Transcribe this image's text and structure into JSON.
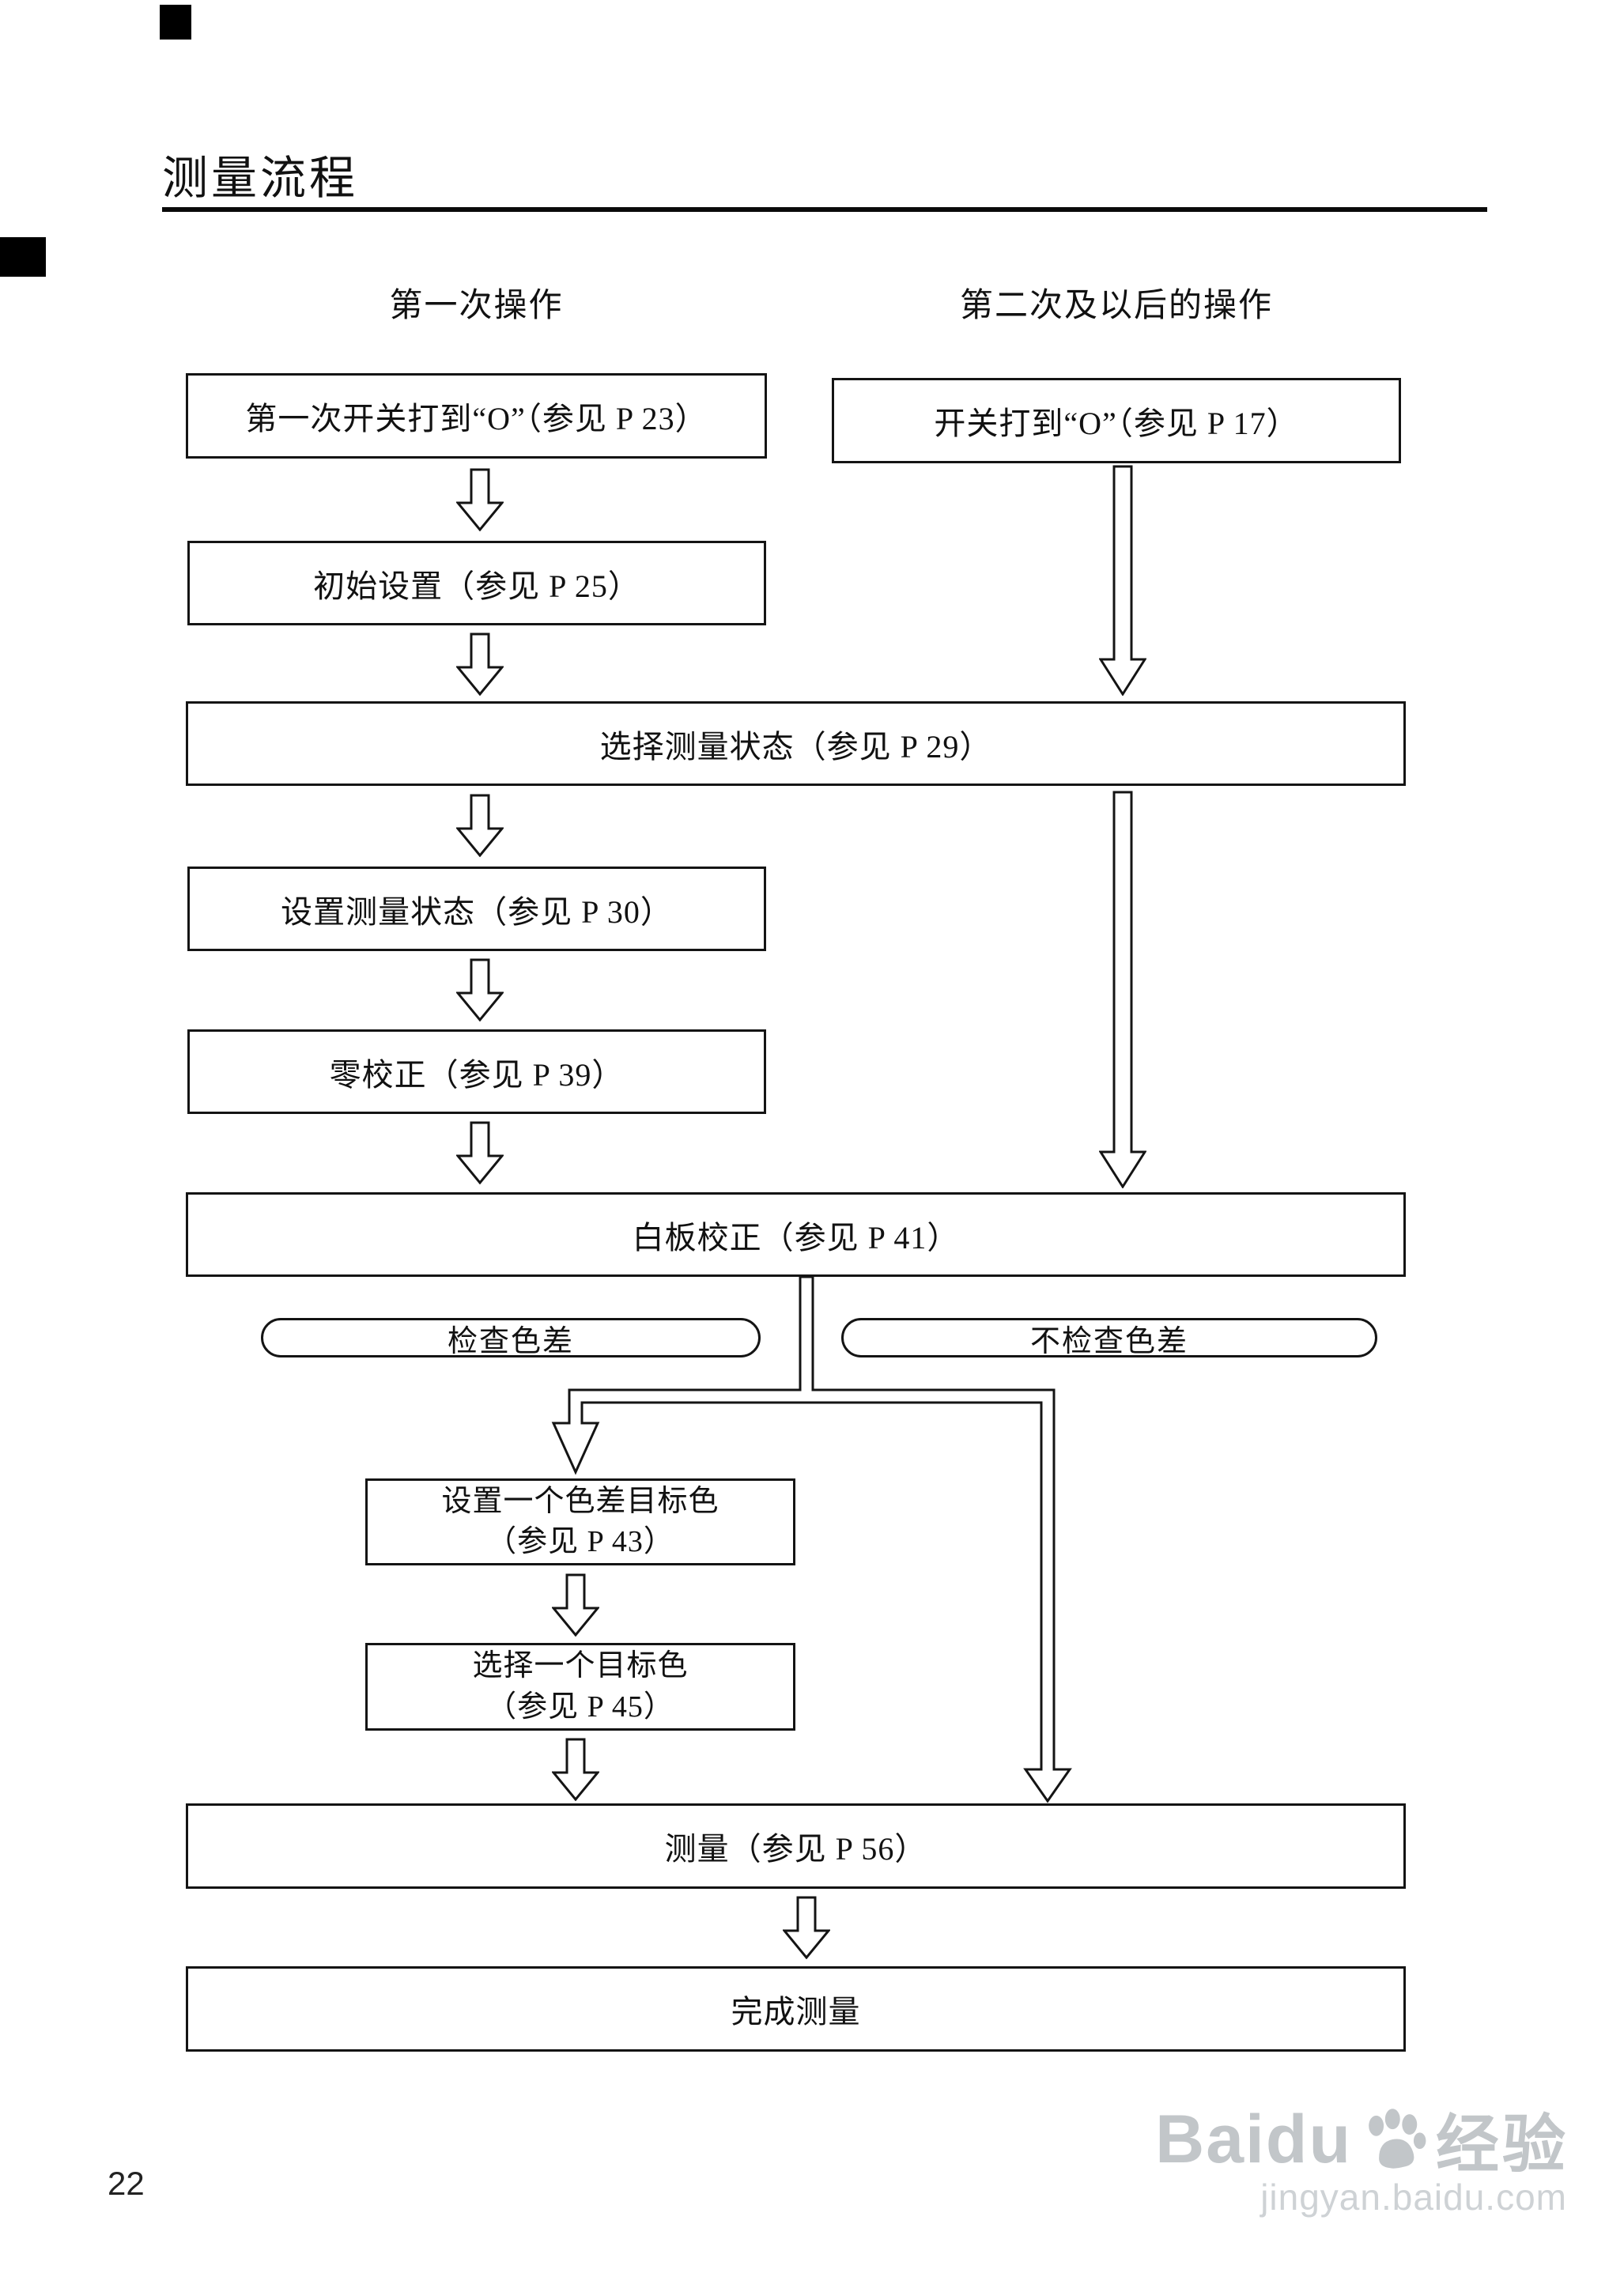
{
  "page": {
    "title": "测量流程",
    "page_number": "22"
  },
  "headers": {
    "left": "第一次操作",
    "right": "第二次及以后的操作"
  },
  "nodes": {
    "first_power_on": "第一次开关打到“O”（参见 P 23）",
    "power_on": "开关打到“O”（参见 P 17）",
    "initial_setup": "初始设置（参见 P 25）",
    "select_measurement_state": "选择测量状态（参见 P 29）",
    "set_measurement_state": "设置测量状态（参见 P 30）",
    "zero_calibration": "零校正（参见 P 39）",
    "white_calibration": "白板校正（参见 P 41）",
    "check_color_difference": "检查色差",
    "no_check_color_difference": "不检查色差",
    "set_target_color_line1": "设置一个色差目标色",
    "set_target_color_line2": "（参见 P 43）",
    "select_target_color_line1": "选择一个目标色",
    "select_target_color_line2": "（参见 P 45）",
    "measure": "测量（参见 P 56）",
    "finish": "完成测量"
  },
  "icons": {
    "flow_arrow": "down-block-arrow",
    "watermark_paw": "baidu-paw"
  },
  "watermark": {
    "brand": "Baidu",
    "brand_cn": "经验",
    "url": "jingyan.baidu.com"
  }
}
